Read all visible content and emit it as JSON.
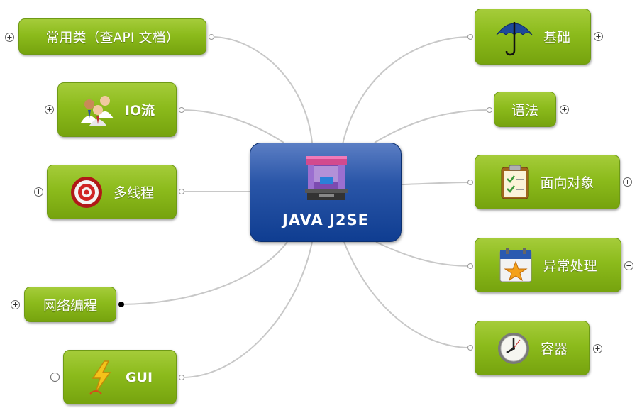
{
  "central": {
    "label": "JAVA J2SE",
    "icon": "kiosk-icon"
  },
  "left_topics": [
    {
      "id": "changyonglei",
      "label": "常用类（查API 文档）",
      "icon": null
    },
    {
      "id": "io",
      "label": "IO流",
      "icon": "people-icon"
    },
    {
      "id": "thread",
      "label": "多线程",
      "icon": "target-icon"
    },
    {
      "id": "network",
      "label": "网络编程",
      "icon": null
    },
    {
      "id": "gui",
      "label": "GUI",
      "icon": "lightning-icon"
    }
  ],
  "right_topics": [
    {
      "id": "basics",
      "label": "基础",
      "icon": "umbrella-icon"
    },
    {
      "id": "syntax",
      "label": "语法",
      "icon": null
    },
    {
      "id": "oop",
      "label": "面向对象",
      "icon": "clipboard-check-icon"
    },
    {
      "id": "exception",
      "label": "异常处理",
      "icon": "calendar-star-icon"
    },
    {
      "id": "container",
      "label": "容器",
      "icon": "clock-icon"
    }
  ],
  "expander_symbol": "+",
  "colors": {
    "topic": "#8cbb1c",
    "central": "#1c4a9c",
    "link": "#c8c8c8"
  }
}
